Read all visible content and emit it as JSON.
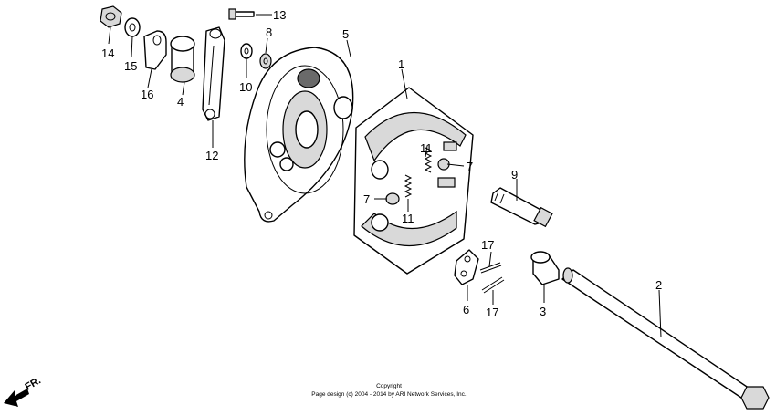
{
  "callouts": {
    "c1": "1",
    "c2": "2",
    "c3": "3",
    "c4": "4",
    "c5": "5",
    "c6": "6",
    "c7a": "7",
    "c7b": "7",
    "c8": "8",
    "c9": "9",
    "c10": "10",
    "c11a": "11",
    "c11b": "11",
    "c12": "12",
    "c13": "13",
    "c14": "14",
    "c15": "15",
    "c16": "16",
    "c17a": "17",
    "c17b": "17"
  },
  "copyright": {
    "line1": "Copyright",
    "line2": "Page design (c) 2004 - 2014 by ARI Network Services, Inc."
  },
  "direction": {
    "label": "FR.",
    "icon": "front-direction-arrow-icon"
  }
}
